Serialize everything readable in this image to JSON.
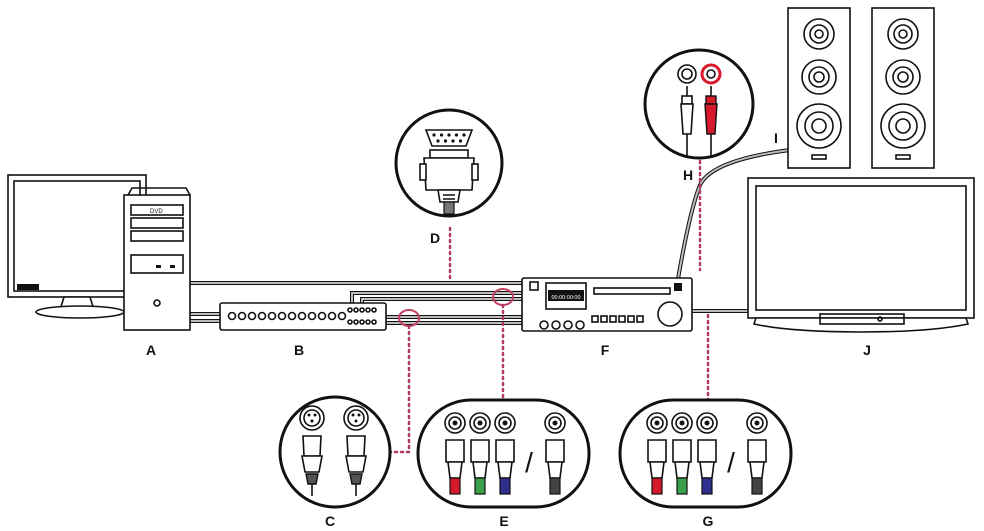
{
  "labels": {
    "a": "A",
    "b": "B",
    "c": "C",
    "d": "D",
    "e": "E",
    "f": "F",
    "g": "G",
    "h": "H",
    "i": "I",
    "j": "J"
  },
  "devices": {
    "pc_drive_label": "DVD",
    "deck_timecode": "00:00:00:00",
    "separator": "/"
  },
  "colors": {
    "callout": "#b23a66",
    "rca_red": "#d8182b",
    "bnc_red": "#d8182b",
    "bnc_green": "#3aa14a",
    "bnc_blue": "#2e2f8f"
  },
  "icons": [
    "computer-icon",
    "monitor-icon",
    "audio-interface-icon",
    "xlr-connectors-icon",
    "serial-connector-icon",
    "component-bnc-connectors-icon",
    "video-deck-icon",
    "rca-connectors-icon",
    "speakers-icon",
    "television-icon"
  ]
}
